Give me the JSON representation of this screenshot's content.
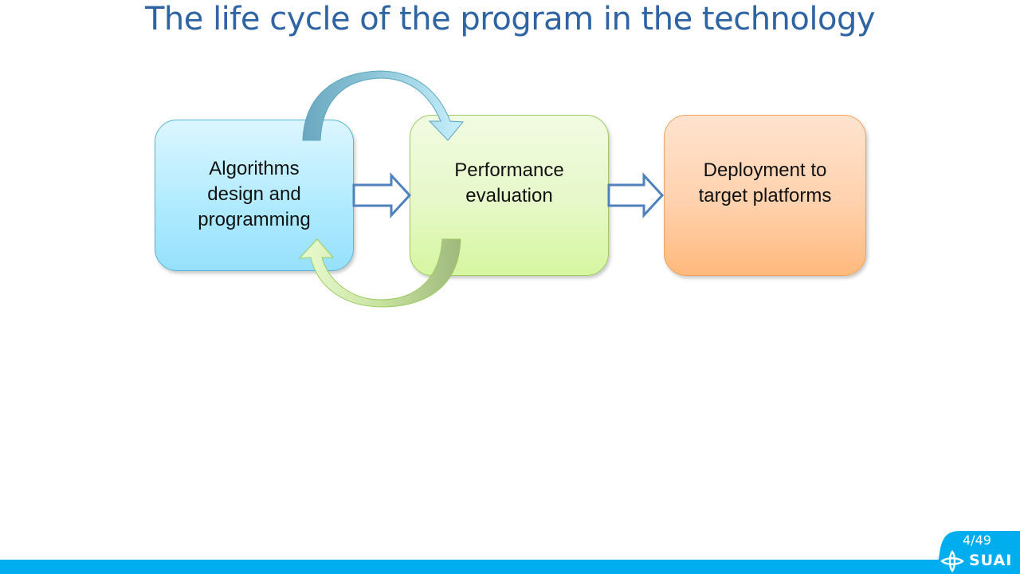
{
  "slide": {
    "title": "The life cycle of the program in the technology",
    "page_number": "4/49",
    "logo_text": "SUAI",
    "accent_color": "#00aeef",
    "title_color": "#2e64a4"
  },
  "diagram": {
    "nodes": [
      {
        "id": "algorithms",
        "lines": [
          "Algorithms",
          "design and",
          "programming"
        ],
        "color": "#aeeaff"
      },
      {
        "id": "performance",
        "lines": [
          "Performance",
          "evaluation"
        ],
        "color": "#e6f8c8"
      },
      {
        "id": "deployment",
        "lines": [
          "Deployment to",
          "target platforms"
        ],
        "color": "#ffd1ad"
      }
    ],
    "edges": [
      {
        "from": "algorithms",
        "to": "performance",
        "style": "block-arrow"
      },
      {
        "from": "performance",
        "to": "deployment",
        "style": "block-arrow"
      },
      {
        "from": "algorithms",
        "to": "performance",
        "style": "curved-arrow-over"
      },
      {
        "from": "performance",
        "to": "algorithms",
        "style": "curved-arrow-under"
      }
    ]
  }
}
